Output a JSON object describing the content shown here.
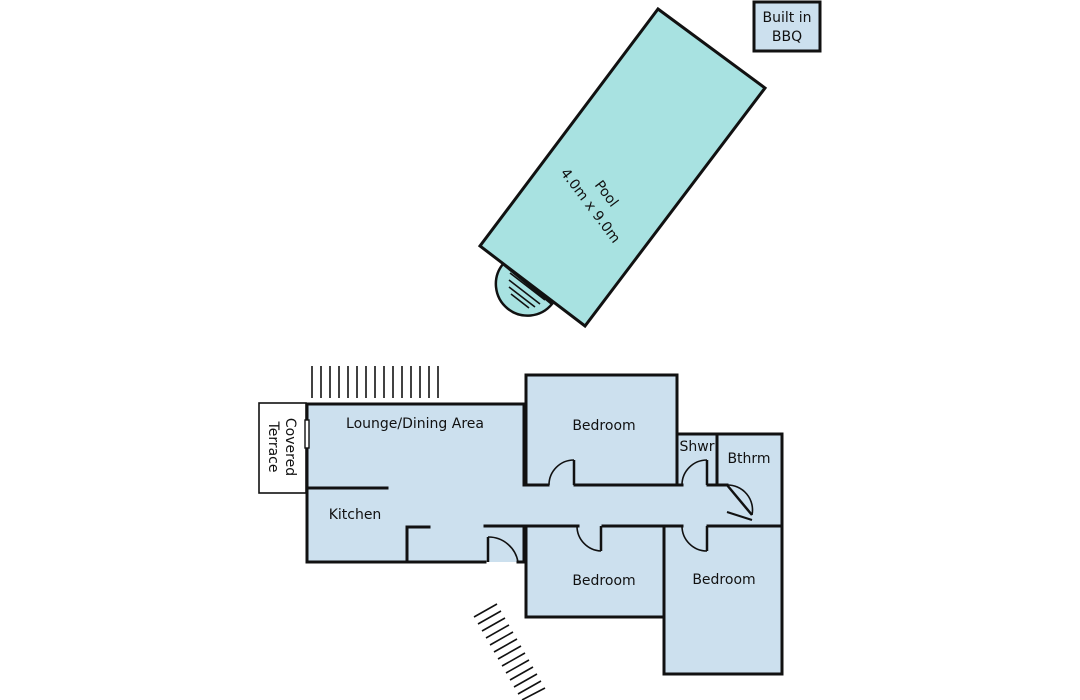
{
  "colors": {
    "room_fill": "#cce0ee",
    "pool_fill": "#a8e2e1",
    "wall": "#111111",
    "background": "#ffffff"
  },
  "labels": {
    "bbq_line1": "Built in",
    "bbq_line2": "BBQ",
    "pool_name": "Pool",
    "pool_size": "4.0m x 9.0m",
    "lounge": "Lounge/Dining Area",
    "kitchen": "Kitchen",
    "covered_line1": "Covered",
    "covered_line2": "Terrace",
    "bedroom_top": "Bedroom",
    "bedroom_bottom_left": "Bedroom",
    "bedroom_bottom_right": "Bedroom",
    "shower": "Shwr",
    "bathroom": "Bthrm"
  }
}
